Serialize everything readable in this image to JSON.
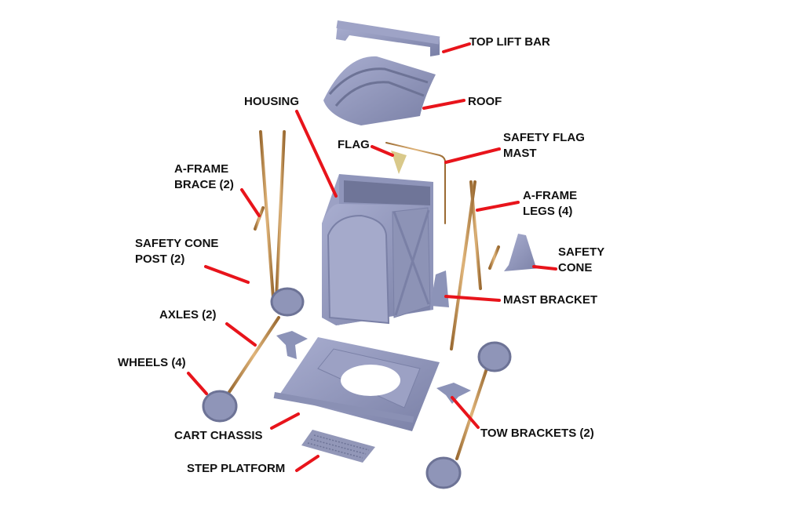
{
  "labels": {
    "top_lift_bar": "TOP LIFT BAR",
    "roof": "ROOF",
    "housing": "HOUSING",
    "flag": "FLAG",
    "safety_flag_mast": [
      "SAFETY FLAG",
      "MAST"
    ],
    "a_frame_brace": [
      "A-FRAME",
      "BRACE (2)"
    ],
    "a_frame_legs": [
      "A-FRAME",
      "LEGS (4)"
    ],
    "safety_cone_post": [
      "SAFETY CONE",
      "POST (2)"
    ],
    "safety_cone": [
      "SAFETY",
      "CONE"
    ],
    "mast_bracket": "MAST BRACKET",
    "axles": "AXLES (2)",
    "wheels": "WHEELS (4)",
    "cart_chassis": "CART CHASSIS",
    "tow_brackets": "TOW BRACKETS (2)",
    "step_platform": "STEP PLATFORM"
  },
  "colors": {
    "leader": "#e8141b",
    "part": "#8c93b8",
    "part_dark": "#6d7396",
    "brass": "#c8955a",
    "flag": "#d9c98a"
  }
}
